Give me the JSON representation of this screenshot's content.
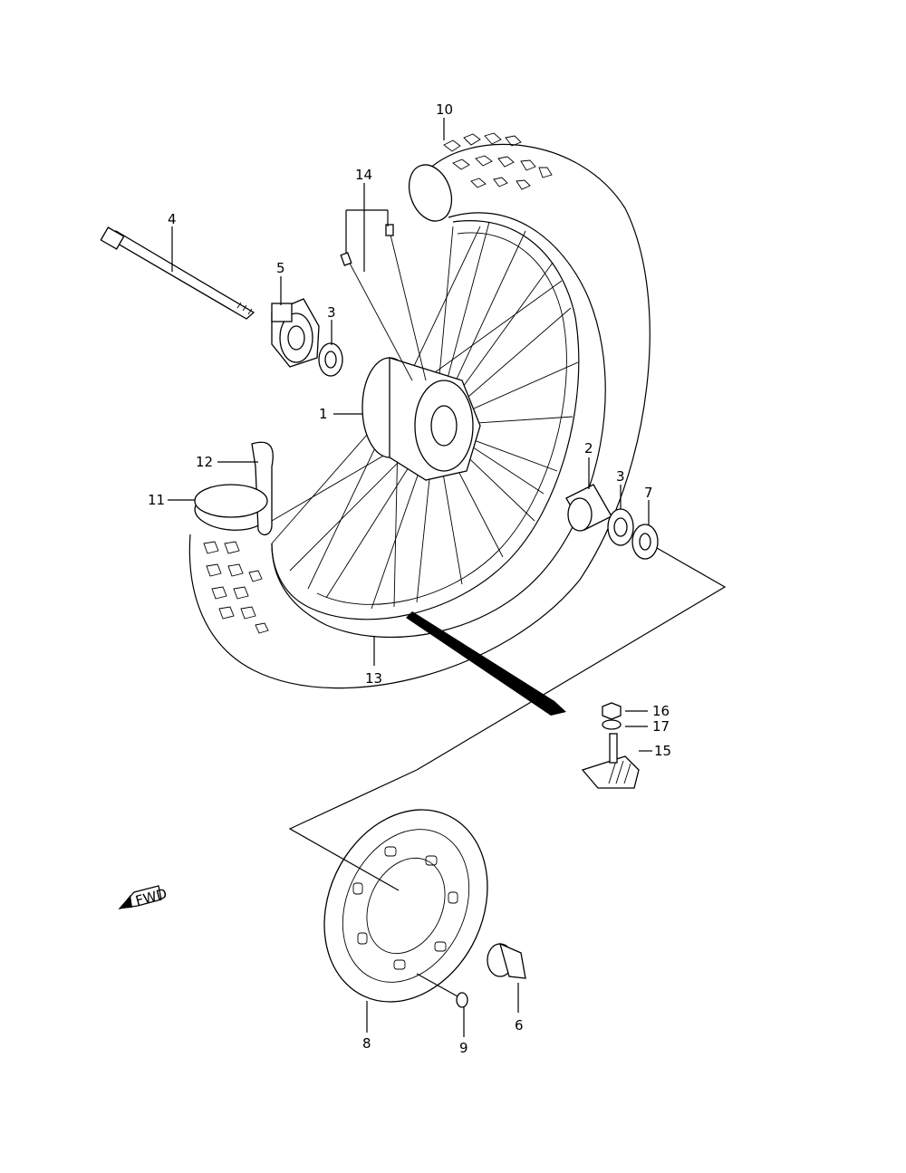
{
  "callouts": {
    "c1": "1",
    "c2": "2",
    "c3a": "3",
    "c3b": "3",
    "c4": "4",
    "c5": "5",
    "c6": "6",
    "c7": "7",
    "c8": "8",
    "c9": "9",
    "c10": "10",
    "c11": "11",
    "c12": "12",
    "c13": "13",
    "c14": "14",
    "c15": "15",
    "c16": "16",
    "c17": "17"
  },
  "fwd_badge": "FWD"
}
